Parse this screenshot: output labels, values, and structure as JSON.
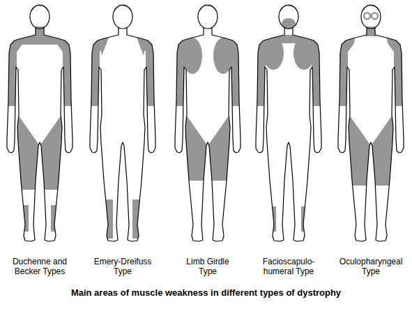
{
  "diagram": {
    "caption": "Main areas of muscle weakness in different types of dystrophy",
    "labels": [
      "Duchenne and Becker Types",
      "Emery-Dreifuss Type",
      "Limb Girdle Type",
      "Facioscapulo- humeral Type",
      "Oculopharyngeal Type"
    ]
  }
}
